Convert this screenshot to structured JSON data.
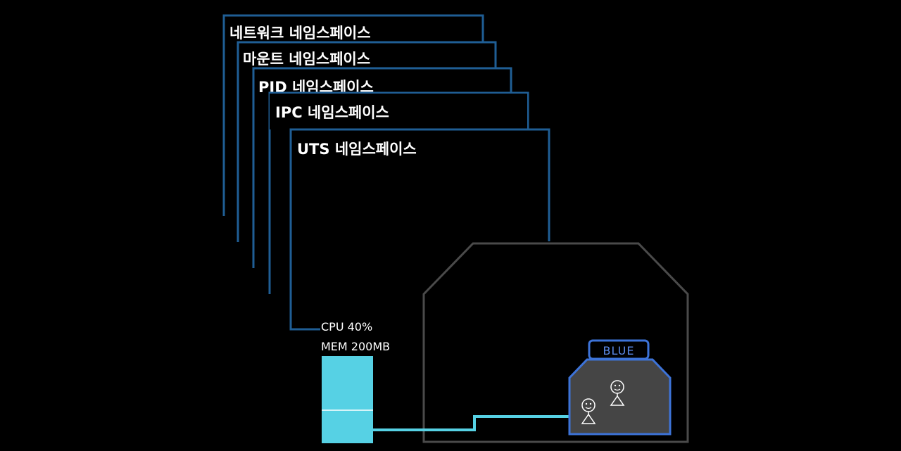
{
  "namespaces": [
    {
      "label": "네트워크 네임스페이스"
    },
    {
      "label": "마운트 네임스페이스"
    },
    {
      "label": "PID 네임스페이스"
    },
    {
      "label": "IPC 네임스페이스"
    },
    {
      "label": "UTS 네임스페이스"
    }
  ],
  "resources": {
    "cpu": "CPU 40%",
    "mem": "MEM 200MB"
  },
  "container": {
    "label": "BLUE"
  },
  "colors": {
    "background": "#000000",
    "namespace_border": "#1f5e95",
    "host_border": "#4a4a4a",
    "container_fill": "#454545",
    "container_border": "#3d73d8",
    "resource_fill": "#56d1e4",
    "link": "#56d1e4",
    "container_label": "#5b8ae8"
  },
  "icons": [
    "person-icon",
    "person-icon"
  ]
}
